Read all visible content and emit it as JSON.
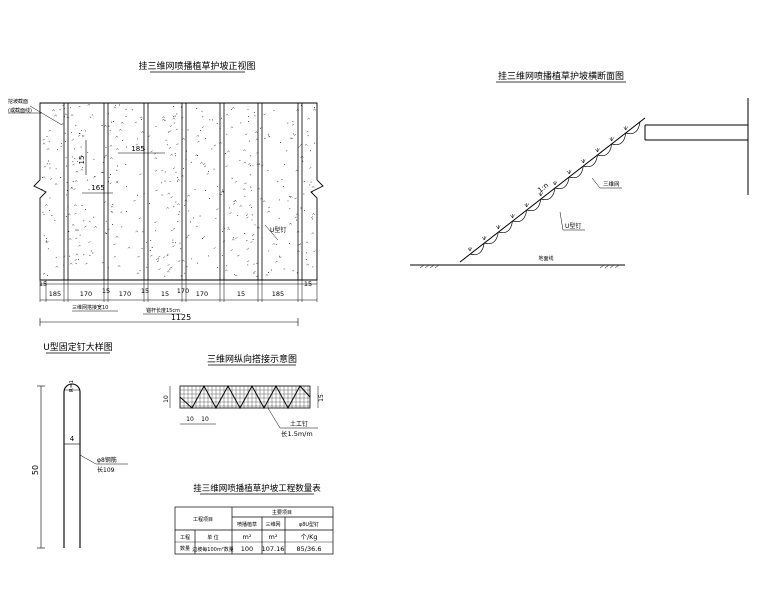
{
  "front_view": {
    "title": "挂三维网喷播植草护坡正视图",
    "leader_label_line1": "挖坡截面",
    "leader_label_line2": "(或截面线)",
    "dim_h_inner": "185",
    "dim_v_inner": "15",
    "dim_h_lower": "165",
    "anchor_label": "U型钉",
    "bottom_dims": [
      "15",
      "185",
      "170",
      "15",
      "170",
      "15",
      "15",
      "170",
      "170",
      "15",
      "185",
      "15"
    ],
    "sub_label_1": "三维网搭接宽10",
    "sub_label_2": "锚杆长度15cm",
    "total_width": "1125"
  },
  "section_view": {
    "title": "挂三维网喷播植草护坡横断面图",
    "slope_label": "1:n",
    "net_label": "三维网",
    "anchor_label": "U型钉",
    "ground_label": "地面线"
  },
  "u_nail_detail": {
    "title": "U型固定钉大样图",
    "radius_label": "R=1",
    "width_label": "4",
    "height_label": "50",
    "spec_line1": "φ8钢筋",
    "spec_line2": "长109"
  },
  "overlap_detail": {
    "title": "三维网纵向搭接示意图",
    "dim_left": "10",
    "dim_bottom_1": "10",
    "dim_bottom_2": "10",
    "dim_right": "15",
    "anchor_label": "土工钉",
    "anchor_spec": "长1.5m/m"
  },
  "quantity_table": {
    "title": "挂三维网喷播植草护坡工程数量表",
    "header_group": "主要项目",
    "col_item": "工程项目",
    "col_1": "喷播植草",
    "col_2": "三维网",
    "col_3": "φ8U型钉",
    "row_label_a": "工程",
    "row_label_b": "数量",
    "unit_row_label": "单 位",
    "unit_1": "m²",
    "unit_2": "m²",
    "unit_3": "个/Kg",
    "value_row_label": "边坡每100m²数量",
    "value_1": "100",
    "value_2": "107.16",
    "value_3": "85/36.6"
  }
}
